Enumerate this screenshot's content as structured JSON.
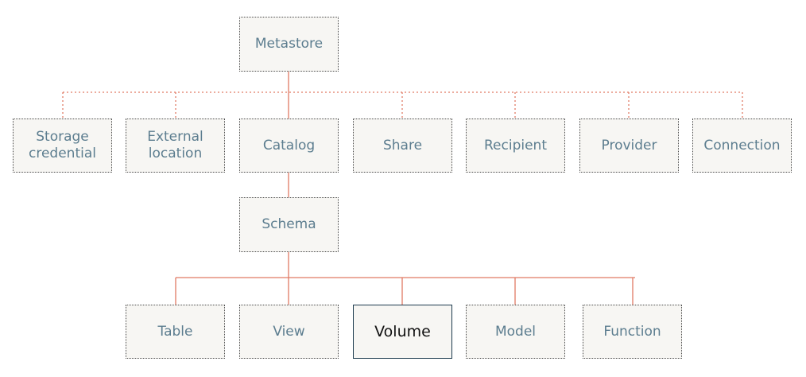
{
  "nodes": {
    "metastore": "Metastore",
    "storage_credential": "Storage\ncredential",
    "external_location": "External\nlocation",
    "catalog": "Catalog",
    "share": "Share",
    "recipient": "Recipient",
    "provider": "Provider",
    "connection": "Connection",
    "schema": "Schema",
    "table": "Table",
    "view": "View",
    "volume": "Volume",
    "model": "Model",
    "function": "Function"
  },
  "colors": {
    "connector": "#e07a63",
    "node_fill": "#f7f6f3",
    "node_text": "#5c7d8f",
    "highlight_border": "#1d3b4e"
  },
  "highlighted_node": "volume"
}
